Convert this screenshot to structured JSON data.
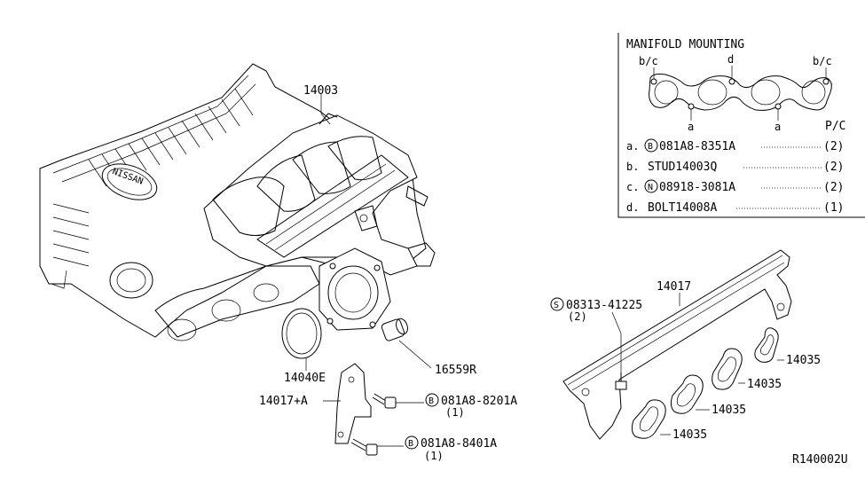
{
  "diagram_id": "R140002U",
  "inset": {
    "title": "MANIFOLD MOUNTING",
    "pc_header": "P/C",
    "callouts": {
      "bc": "b/c",
      "d": "d",
      "a": "a"
    },
    "rows": [
      {
        "key": "a.",
        "circle": "B",
        "part": "081A8-8351A",
        "qty": "(2)"
      },
      {
        "key": "b.",
        "circle": "",
        "part": "STUD14003Q",
        "qty": "(2)"
      },
      {
        "key": "c.",
        "circle": "N",
        "part": "08918-3081A",
        "qty": "(2)"
      },
      {
        "key": "d.",
        "circle": "",
        "part": "BOLT14008A",
        "qty": "(1)"
      }
    ]
  },
  "labels": {
    "p14003": "14003",
    "p14040e": "14040E",
    "p14017a": "14017+A",
    "p16559r": "16559R",
    "p14017": "14017",
    "p14035_1": "14035",
    "p14035_2": "14035",
    "p14035_3": "14035",
    "p14035_4": "14035"
  },
  "bolts": {
    "b1": {
      "circle": "B",
      "part": "081A8-8201A",
      "qty": "(1)"
    },
    "b2": {
      "circle": "B",
      "part": "081A8-8401A",
      "qty": "(1)"
    },
    "s1": {
      "circle": "S",
      "part": "08313-41225",
      "qty": "(2)"
    }
  },
  "logo_text": "NISSAN"
}
